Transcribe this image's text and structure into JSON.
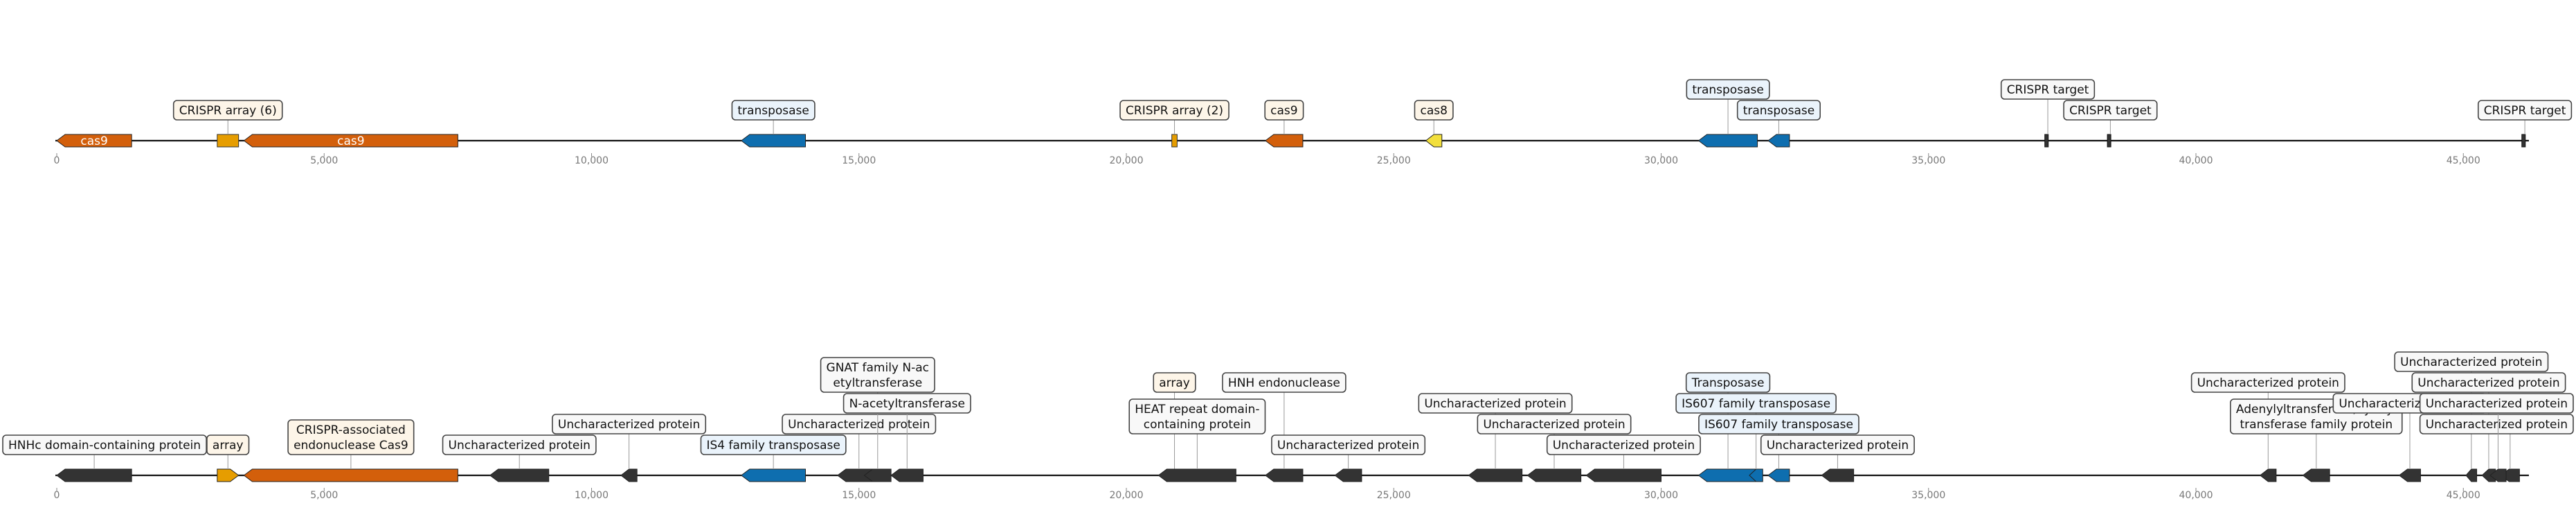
{
  "colors": {
    "cas9": "#d35f0b",
    "crispr": "#e69d00",
    "cas8": "#f2df3c",
    "transposase": "#0e6eaf",
    "other": "#333333",
    "backbone": "#111111",
    "tick": "#888888"
  },
  "axis_ticks": [
    "0",
    "5,000",
    "10,000",
    "15,000",
    "20,000",
    "25,000",
    "30,000",
    "35,000",
    "40,000",
    "45,000"
  ],
  "tracks": [
    {
      "name": "top-track",
      "features": [
        {
          "label": "cas9",
          "start": 0,
          "end": 1400,
          "strand": -1,
          "kind": "cas9",
          "inline": true
        },
        {
          "label": "CRISPR array (6)",
          "start": 3000,
          "end": 3400,
          "strand": 0,
          "kind": "crispr"
        },
        {
          "label": "cas9",
          "start": 3500,
          "end": 7500,
          "strand": -1,
          "kind": "cas9",
          "inline": true
        },
        {
          "label": "transposase",
          "start": 12800,
          "end": 14000,
          "strand": -1,
          "kind": "transposase"
        },
        {
          "label": "CRISPR array (2)",
          "start": 20850,
          "end": 20950,
          "strand": 0,
          "kind": "crispr"
        },
        {
          "label": "cas9",
          "start": 22600,
          "end": 23300,
          "strand": -1,
          "kind": "cas9"
        },
        {
          "label": "cas8",
          "start": 25600,
          "end": 25900,
          "strand": -1,
          "kind": "cas8"
        },
        {
          "label": "transposase",
          "start": 30700,
          "end": 31800,
          "strand": -1,
          "kind": "transposase"
        },
        {
          "label": "transposase",
          "start": 32000,
          "end": 32400,
          "strand": -1,
          "kind": "transposase"
        },
        {
          "label": "CRISPR target",
          "start": 37200,
          "end": 37260,
          "strand": 0,
          "kind": "other"
        },
        {
          "label": "CRISPR target",
          "start": 38370,
          "end": 38430,
          "strand": 0,
          "kind": "other"
        },
        {
          "label": "CRISPR target",
          "start": 46120,
          "end": 46180,
          "strand": 0,
          "kind": "other"
        }
      ]
    },
    {
      "name": "bottom-track",
      "features": [
        {
          "label": "HNHc domain-containing protein",
          "start": 0,
          "end": 1400,
          "strand": -1,
          "kind": "other"
        },
        {
          "label": "array",
          "start": 3000,
          "end": 3400,
          "strand": 1,
          "kind": "crispr"
        },
        {
          "label": "CRISPR-associated endonuclease Cas9",
          "start": 3500,
          "end": 7500,
          "strand": -1,
          "kind": "cas9",
          "lines": [
            "CRISPR-associated",
            "endonuclease Cas9"
          ]
        },
        {
          "label": "Uncharacterized protein",
          "start": 8100,
          "end": 9200,
          "strand": -1,
          "kind": "other"
        },
        {
          "label": "Uncharacterized protein",
          "start": 10550,
          "end": 10850,
          "strand": -1,
          "kind": "other"
        },
        {
          "label": "IS4 family transposase",
          "start": 12800,
          "end": 14000,
          "strand": -1,
          "kind": "transposase"
        },
        {
          "label": "Uncharacterized protein",
          "start": 14600,
          "end": 15400,
          "strand": -1,
          "kind": "other"
        },
        {
          "label": "GNAT family N-acetyltransferase",
          "start": 15100,
          "end": 15600,
          "strand": -1,
          "kind": "other",
          "lines": [
            "GNAT family N-ac",
            "etyltransferase"
          ]
        },
        {
          "label": "N-acetyltransferase",
          "start": 15600,
          "end": 16200,
          "strand": -1,
          "kind": "other"
        },
        {
          "label": "array",
          "start": 20850,
          "end": 20950,
          "strand": 1,
          "kind": "crispr"
        },
        {
          "label": "HEAT repeat domain-containing protein",
          "start": 20600,
          "end": 22050,
          "strand": -1,
          "kind": "other",
          "lines": [
            "HEAT repeat domain-",
            "containing protein"
          ]
        },
        {
          "label": "HNH endonuclease",
          "start": 22600,
          "end": 23300,
          "strand": -1,
          "kind": "other"
        },
        {
          "label": "Uncharacterized protein",
          "start": 23900,
          "end": 24400,
          "strand": -1,
          "kind": "other"
        },
        {
          "label": "Uncharacterized protein",
          "start": 26400,
          "end": 27400,
          "strand": -1,
          "kind": "other"
        },
        {
          "label": "Uncharacterized protein",
          "start": 27500,
          "end": 28500,
          "strand": -1,
          "kind": "other"
        },
        {
          "label": "Uncharacterized protein",
          "start": 28600,
          "end": 30000,
          "strand": -1,
          "kind": "other"
        },
        {
          "label": "Transposase",
          "start": 30700,
          "end": 31800,
          "strand": -1,
          "kind": "transposase"
        },
        {
          "label": "IS607 family transposase",
          "start": 31650,
          "end": 31900,
          "strand": -1,
          "kind": "transposase"
        },
        {
          "label": "IS607 family transposase",
          "start": 32000,
          "end": 32400,
          "strand": -1,
          "kind": "transposase"
        },
        {
          "label": "Uncharacterized protein",
          "start": 33000,
          "end": 33600,
          "strand": -1,
          "kind": "other"
        },
        {
          "label": "Uncharacterized protein",
          "start": 41200,
          "end": 41500,
          "strand": -1,
          "kind": "other"
        },
        {
          "label": "Adenylyltransferase/cytidylyltransferase family protein",
          "start": 42000,
          "end": 42500,
          "strand": -1,
          "kind": "other",
          "lines": [
            "Adenylyltransferase/cytidyl",
            "transferase family protein"
          ]
        },
        {
          "label": "Uncharacterized protein",
          "start": 43800,
          "end": 44200,
          "strand": -1,
          "kind": "other"
        },
        {
          "label": "Uncharacterized protein",
          "start": 45050,
          "end": 45250,
          "strand": -1,
          "kind": "other"
        },
        {
          "label": "Uncharacterized protein",
          "start": 45350,
          "end": 45600,
          "strand": -1,
          "kind": "other"
        },
        {
          "label": "Uncharacterized protein",
          "start": 45700,
          "end": 46050,
          "strand": -1,
          "kind": "other"
        },
        {
          "label": "Uncharacterized protein",
          "start": 45500,
          "end": 45800,
          "strand": -1,
          "kind": "other"
        }
      ]
    }
  ]
}
